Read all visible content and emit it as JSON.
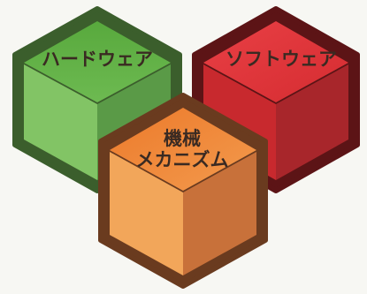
{
  "cubes": {
    "hardware": {
      "label": "ハードウェア",
      "colors": {
        "outline": "#3b5e2c",
        "top": "#5fae45",
        "left": "#82c465",
        "right": "#5a9a47"
      }
    },
    "software": {
      "label": "ソフトウェア",
      "colors": {
        "outline": "#5c1416",
        "top": "#e0363a",
        "left": "#d32c30",
        "right": "#a8262b"
      }
    },
    "mechanism": {
      "label_line1": "機械",
      "label_line2": "メカニズム",
      "colors": {
        "outline": "#6a3b1f",
        "top": "#f08a3a",
        "left": "#f2a65a",
        "right": "#c8713a"
      }
    }
  }
}
